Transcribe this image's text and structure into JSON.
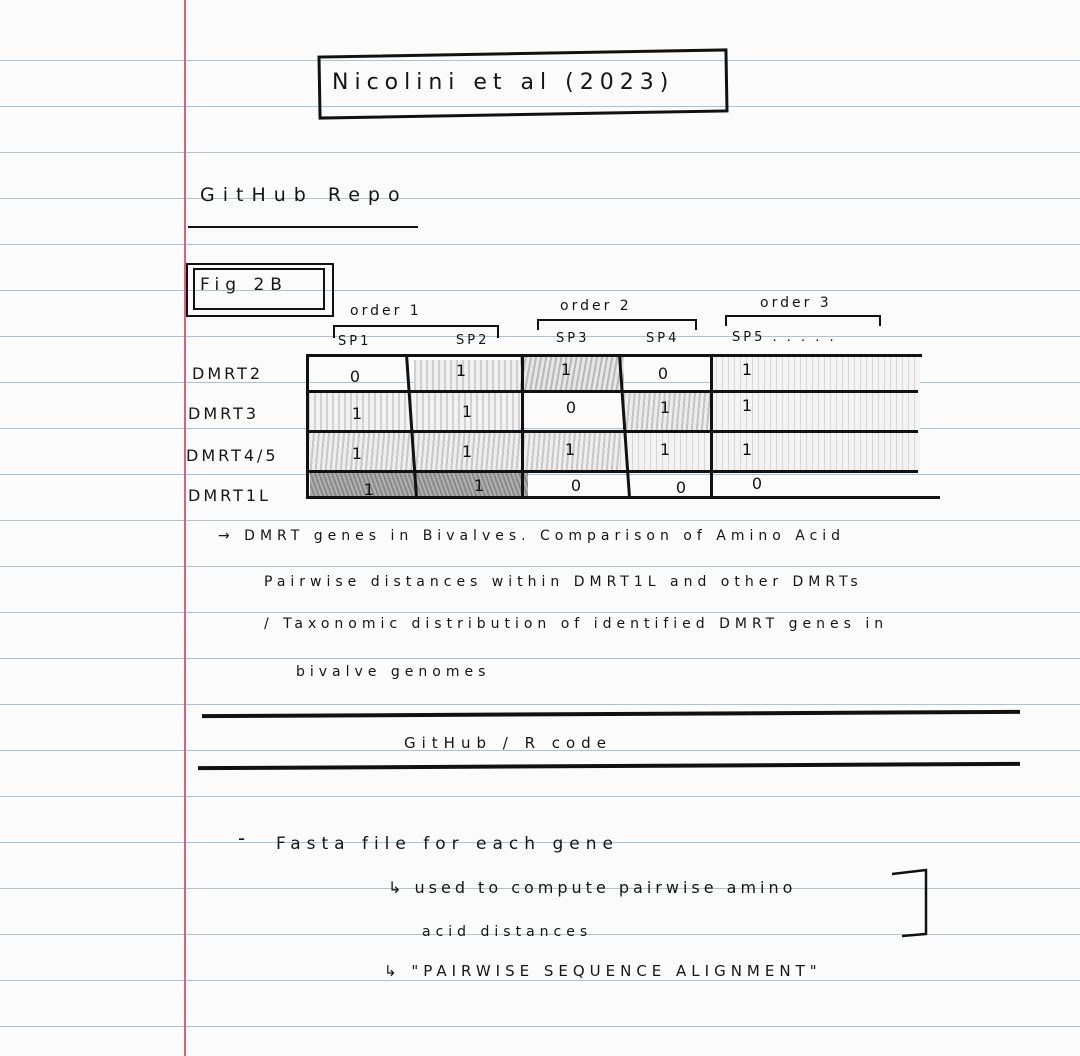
{
  "title": "Nicolini et al (2023)",
  "section_heading": "GitHub Repo",
  "figure_label": "Fig 2B",
  "orders": [
    "order 1",
    "order 2",
    "order 3"
  ],
  "species": [
    "SP1",
    "SP2",
    "SP3",
    "SP4",
    "SP5 . . . . ."
  ],
  "genes": [
    "DMRT2",
    "DMRT3",
    "DMRT4/5",
    "DMRT1L"
  ],
  "matrix": [
    [
      "0",
      "1",
      "1",
      "0",
      "1"
    ],
    [
      "1",
      "1",
      "0",
      "1",
      "1"
    ],
    [
      "1",
      "1",
      "1",
      "1",
      "1"
    ],
    [
      "1",
      "1",
      "0",
      "0",
      "0"
    ]
  ],
  "description_lines": [
    "→ DMRT genes in Bivalves. Comparison of Amino Acid",
    "Pairwise distances within DMRT1L and other DMRTs",
    "/ Taxonomic distribution of identified DMRT genes in",
    "bivalve genomes"
  ],
  "divider_heading": "GitHub / R code",
  "notes": {
    "bullet": "Fasta file for each gene",
    "sub1": "↳ used to compute pairwise amino",
    "sub1_cont": "acid distances",
    "sub2": "↳ \"PAIRWISE SEQUENCE ALIGNMENT\""
  },
  "colors": {
    "ruled_line": "#a9c3d8",
    "margin_line": "#d9637e",
    "ink": "#151515",
    "paper": "#fbfbfc"
  }
}
